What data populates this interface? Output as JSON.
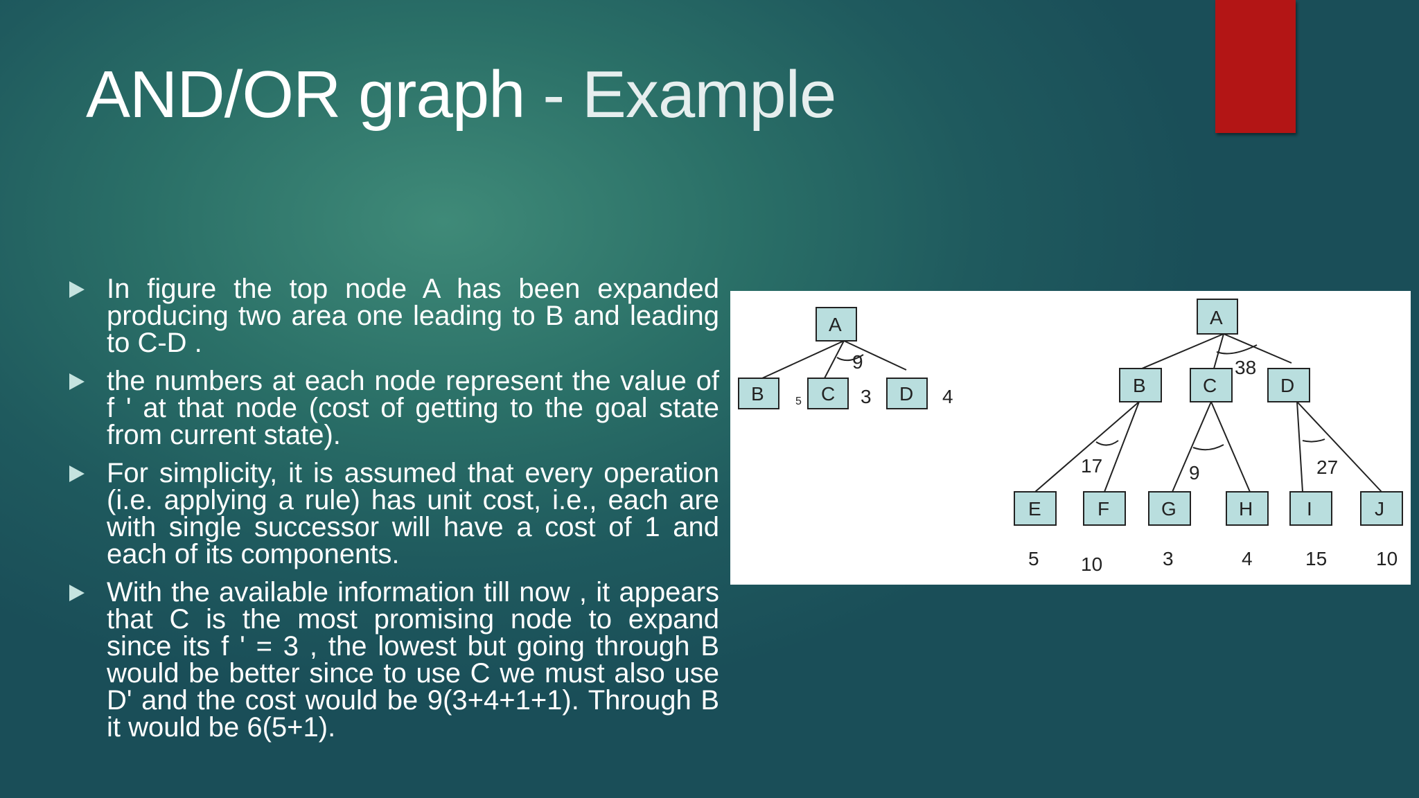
{
  "slide": {
    "title_main": "AND/OR graph",
    "title_rest": " - Example",
    "accent_color": "#b31515",
    "bullets": [
      "In figure the top node A has been expanded producing two area one leading to B and leading to C-D .",
      "the numbers at each node represent the value of f ' at that node (cost of getting to the goal state from current state).",
      "For simplicity, it is assumed that every operation (i.e. applying a rule) has unit cost, i.e., each are with single successor will have a cost of 1 and each of its components.",
      "With the available information till now , it appears that C is the most promising node to expand since its f ' = 3 , the lowest but going through B would be better since to use C we must also use D' and the cost would be 9(3+4+1+1). Through B it would be 6(5+1)."
    ]
  },
  "figure": {
    "left_graph": {
      "root": "A",
      "nodes": [
        {
          "label": "B",
          "value": "5"
        },
        {
          "label": "C",
          "value": "3"
        },
        {
          "label": "D",
          "value": "4"
        }
      ],
      "and_arc_value": "9"
    },
    "right_graph": {
      "root": "A",
      "level1": [
        {
          "label": "B"
        },
        {
          "label": "C"
        },
        {
          "label": "D"
        }
      ],
      "root_arc_value": "38",
      "level2": [
        {
          "label": "E",
          "value": "5"
        },
        {
          "label": "F",
          "value": "10"
        },
        {
          "label": "G",
          "value": "3"
        },
        {
          "label": "H",
          "value": "4"
        },
        {
          "label": "I",
          "value": "15"
        },
        {
          "label": "J",
          "value": "10"
        }
      ],
      "arc_values": {
        "B": "17",
        "C": "9",
        "D": "27"
      }
    }
  }
}
